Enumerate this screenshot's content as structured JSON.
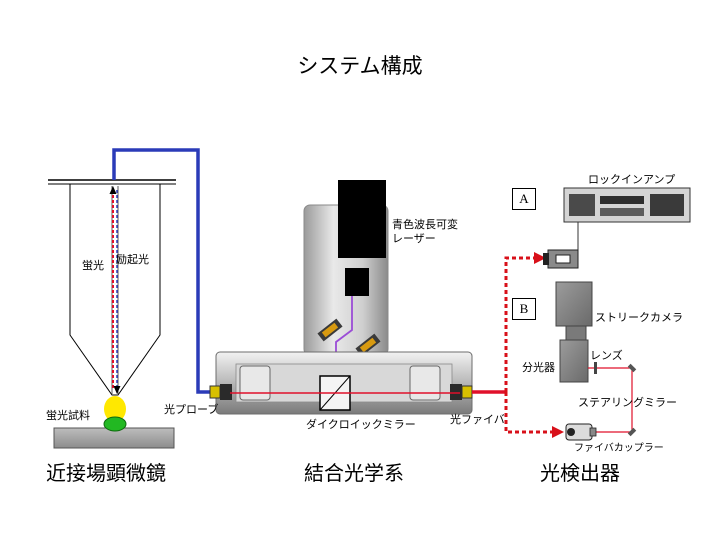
{
  "title": "システム構成",
  "sections": {
    "microscope": "近接場顕微鏡",
    "coupling": "結合光学系",
    "detection": "光検出器"
  },
  "labels": {
    "fluorescence": "蛍光",
    "excitation": "励起光",
    "sample": "蛍光試料",
    "probe": "光プローブ",
    "laser": "青色波長可変\nレーザー",
    "dichroic": "ダイクロイックミラー",
    "fiber": "光ファイバ",
    "lockin": "ロックインアンプ",
    "streak": "ストリークカメラ",
    "spectrometer": "分光器",
    "lens": "レンズ",
    "steering": "ステアリングミラー",
    "fiber_coupler": "ファイバカップラー"
  },
  "options": {
    "a": "A",
    "b": "B"
  },
  "colors": {
    "probe_fiber": "#2b3bb8",
    "excitation": "#e0102a",
    "fluorescence_path": "#e0102a",
    "sample": "#22b822",
    "laser_beam": "#9b4dd6",
    "dotted_path": "#d8101a"
  }
}
